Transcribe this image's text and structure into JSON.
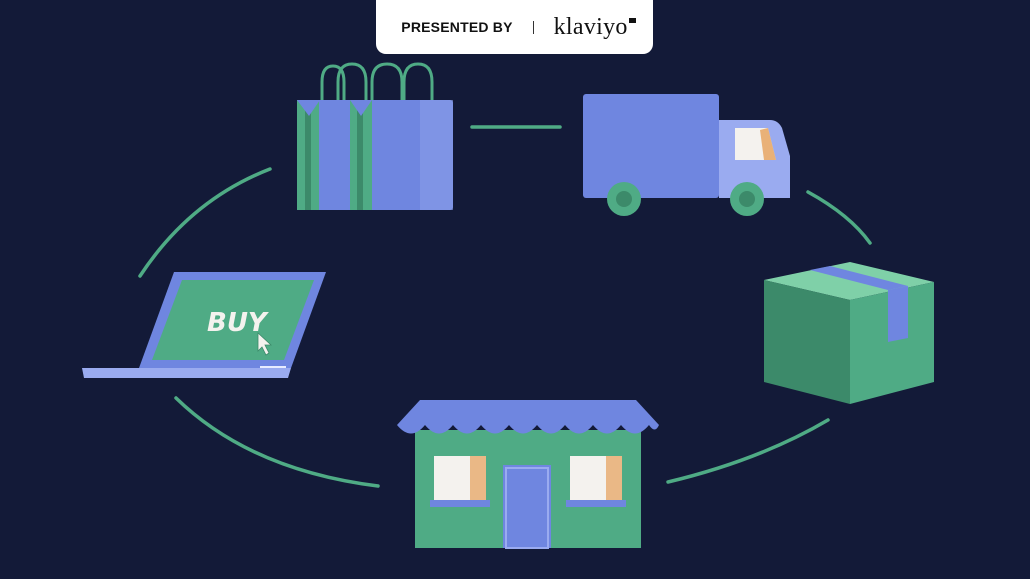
{
  "sponsor": {
    "presented_by_label": "PRESENTED BY",
    "brand_name": "klaviyo"
  },
  "laptop": {
    "screen_text": "BUY"
  },
  "colors": {
    "background": "#131a38",
    "blue": "#6f86e0",
    "light_blue": "#9aabf0",
    "green": "#4fab85",
    "dark_green": "#3c8a6a",
    "accent_orange": "#e6a05a"
  },
  "icons": [
    "shopping-bag-icon",
    "delivery-truck-icon",
    "package-box-icon",
    "storefront-icon",
    "laptop-icon",
    "cursor-icon"
  ]
}
